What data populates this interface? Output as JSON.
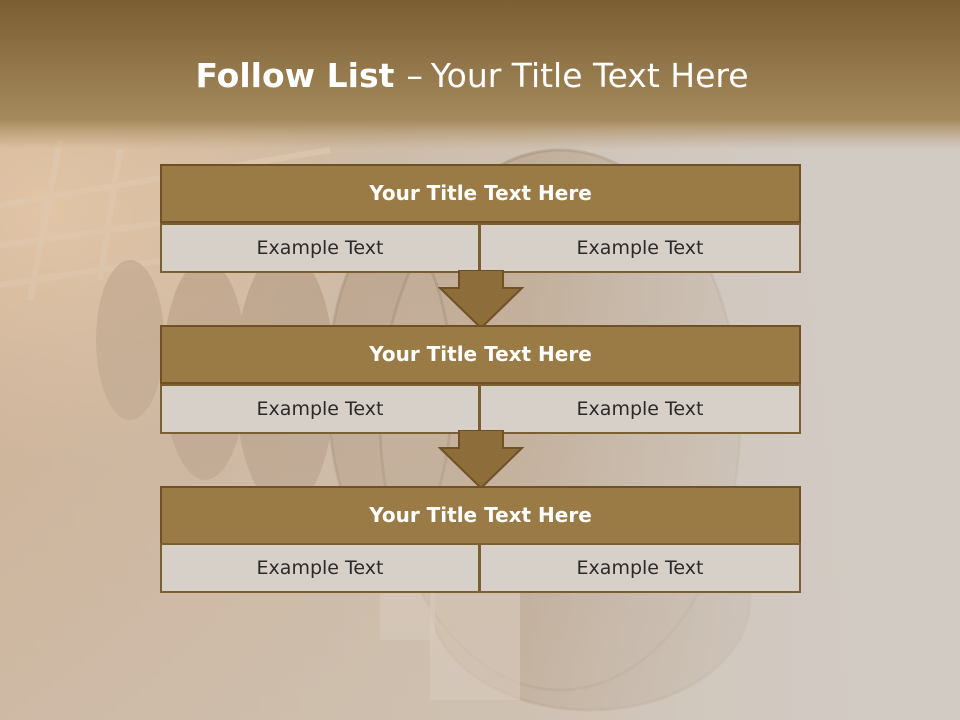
{
  "slide": {
    "title_bold": "Follow List",
    "title_separator": "–",
    "title_rest": "Your Title Text Here"
  },
  "blocks": [
    {
      "header": "Your Title Text Here",
      "cells": [
        "Example Text",
        "Example Text"
      ]
    },
    {
      "header": "Your Title Text Here",
      "cells": [
        "Example Text",
        "Example Text"
      ]
    },
    {
      "header": "Your Title Text Here",
      "cells": [
        "Example Text",
        "Example Text"
      ]
    }
  ],
  "colors": {
    "header_fill": "#9a7a45",
    "header_border": "#6e5226",
    "cell_fill": "#d6d0c8",
    "title_band": "#7d6132",
    "arrow_fill": "#8d6d3a"
  }
}
